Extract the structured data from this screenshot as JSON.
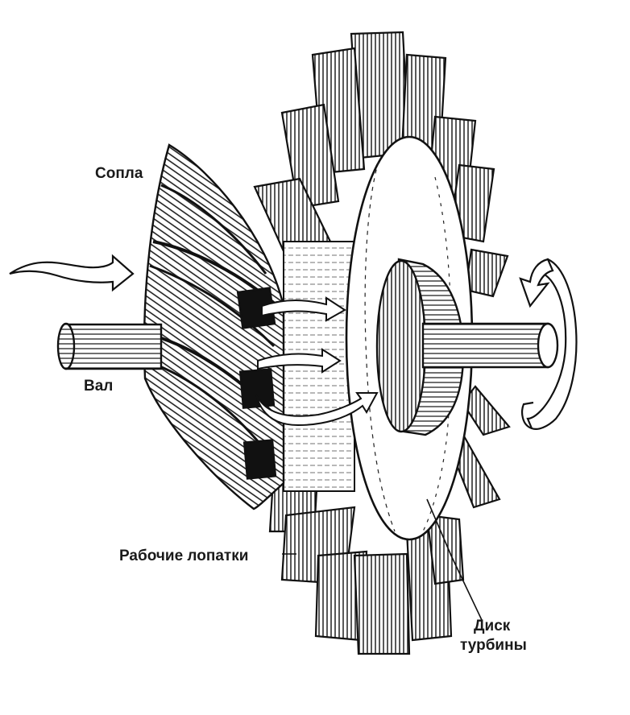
{
  "labels": {
    "nozzles": "Сопла",
    "shaft": "Вал",
    "blades": "Рабочие лопатки",
    "disk_line1": "Диск",
    "disk_line2": "турбины"
  }
}
